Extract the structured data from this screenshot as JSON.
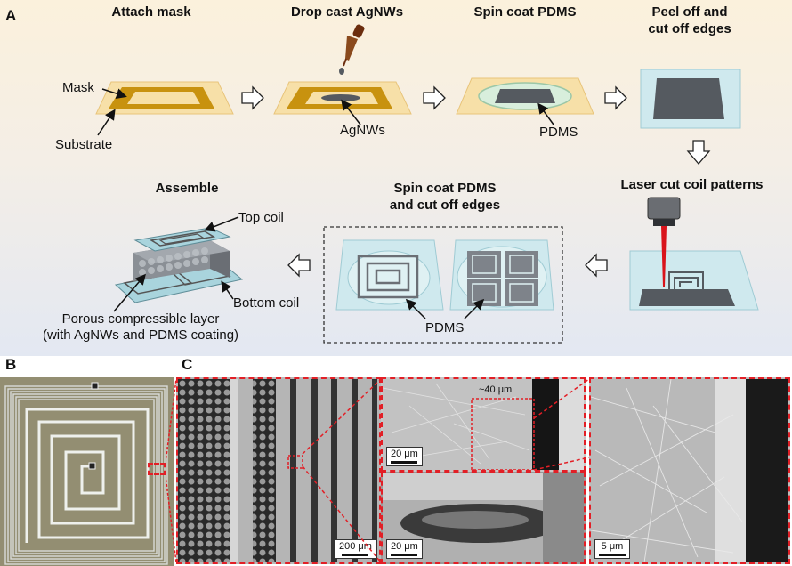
{
  "panel_labels": {
    "a": "A",
    "b": "B",
    "c": "C"
  },
  "steps": {
    "attach_mask": "Attach mask",
    "drop_cast": "Drop cast AgNWs",
    "spin_coat": "Spin coat PDMS",
    "peel_off_1": "Peel off and",
    "peel_off_2": "cut off edges",
    "laser_cut": "Laser cut coil patterns",
    "spin_coat_cut_1": "Spin coat PDMS",
    "spin_coat_cut_2": "and cut off edges",
    "assemble": "Assemble"
  },
  "labels": {
    "mask": "Mask",
    "substrate": "Substrate",
    "agnws": "AgNWs",
    "pdms_1": "PDMS",
    "pdms_2": "PDMS",
    "top_coil": "Top coil",
    "bottom_coil": "Bottom coil",
    "porous_1": "Porous compressible layer",
    "porous_2": "(with AgNWs and PDMS coating)"
  },
  "scale_bars": {
    "sem_200": "200 μm",
    "sem_20_top": "20 μm",
    "sem_20_bottom": "20 μm",
    "sem_5": "5 μm",
    "gap": "~40 μm"
  },
  "colors": {
    "mask": "#c8920f",
    "substrate": "#f7e0a8",
    "glass": "#cfe9ee",
    "film": "#555a60",
    "laser": "#d9141c",
    "highlight_box": "#e21f26"
  }
}
